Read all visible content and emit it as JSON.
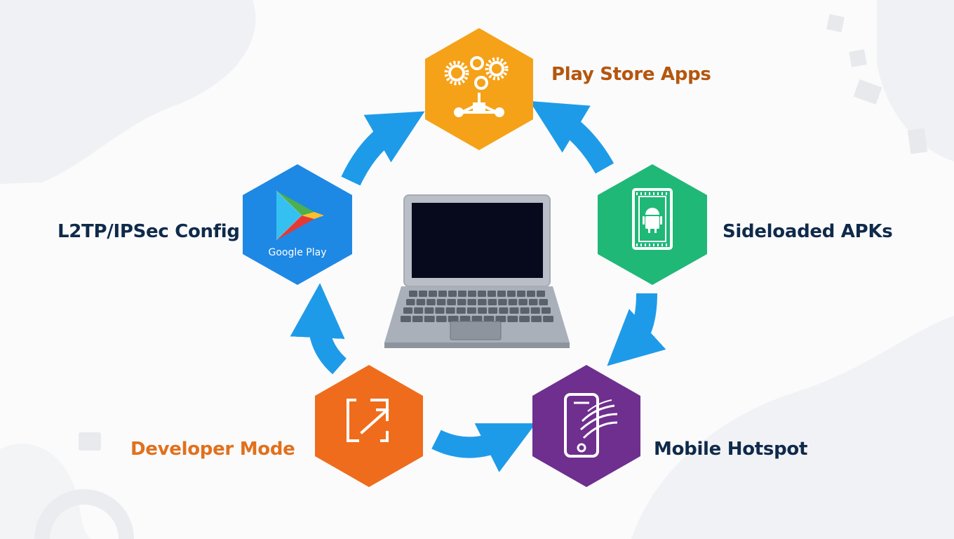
{
  "nodes": {
    "play_store": {
      "label": "Play Store Apps",
      "color": "#f5a218",
      "icon": "gears-network-icon"
    },
    "l2tp": {
      "label": "L2TP/IPSec Config",
      "color": "#1e88e5",
      "icon": "google-play-logo-icon",
      "logo_text": "Google Play"
    },
    "sideloaded": {
      "label": "Sideloaded APKs",
      "color": "#1fb877",
      "icon": "android-apk-icon"
    },
    "developer": {
      "label": "Developer Mode",
      "color": "#ef6c1c",
      "icon": "expand-arrow-icon"
    },
    "hotspot": {
      "label": "Mobile Hotspot",
      "color": "#6e2f8e",
      "icon": "smartphone-signal-icon"
    }
  },
  "center": {
    "icon": "laptop-icon"
  },
  "arrow_color": "#1e9be8"
}
